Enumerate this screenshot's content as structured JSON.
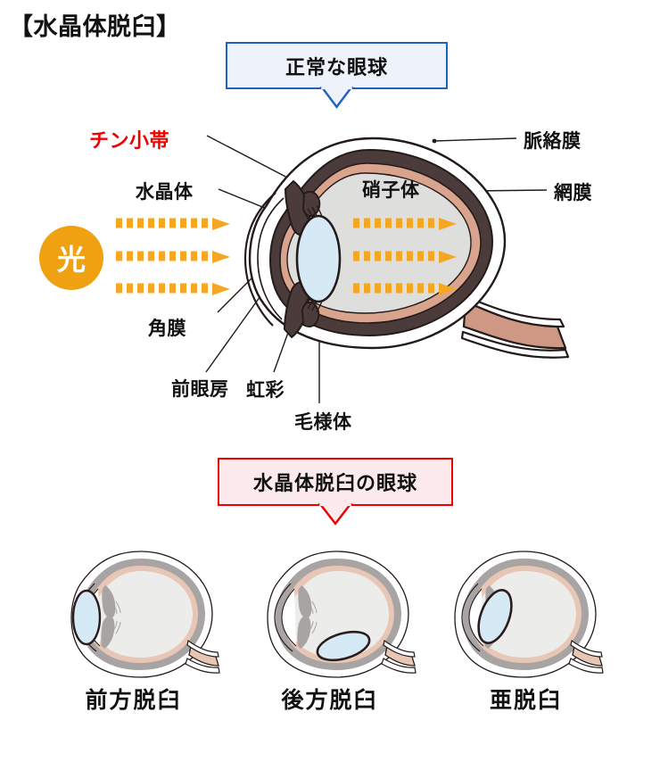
{
  "page": {
    "title": "【水晶体脱臼】"
  },
  "callouts": {
    "normal": {
      "label": "正常な眼球",
      "border_color": "#2062c4",
      "fill_color": "#eef2fb"
    },
    "dislocation": {
      "label": "水晶体脱臼の眼球",
      "border_color": "#ef0000",
      "fill_color": "#fdeaec"
    }
  },
  "light": {
    "badge_label": "光",
    "badge_color": "#f0a111",
    "ray_color": "#f5a623",
    "ray_count_outer": 3,
    "ray_count_inner": 3
  },
  "anatomy_labels": {
    "zonule": "チン小帯",
    "zonule_color": "#ee0000",
    "lens": "水晶体",
    "choroid": "脈絡膜",
    "retina": "網膜",
    "vitreous": "硝子体",
    "cornea": "角膜",
    "anterior_chamber": "前眼房",
    "iris": "虹彩",
    "ciliary_body": "毛様体"
  },
  "cases": [
    {
      "label": "前方脱臼"
    },
    {
      "label": "後方脱臼"
    },
    {
      "label": "亜脱臼"
    }
  ],
  "colors": {
    "sclera": "#ffffff",
    "outline": "#231a1a",
    "vitreous_fill": "#dededd",
    "retina_layer": "#d9a48d",
    "choroid_layer": "#4c3b3b",
    "lens_fill": "#d6eaf6",
    "optic_nerve": "#ce9884",
    "small_eye_outer": "#a9a4a4",
    "small_eye_retina": "#e8c6b5"
  }
}
